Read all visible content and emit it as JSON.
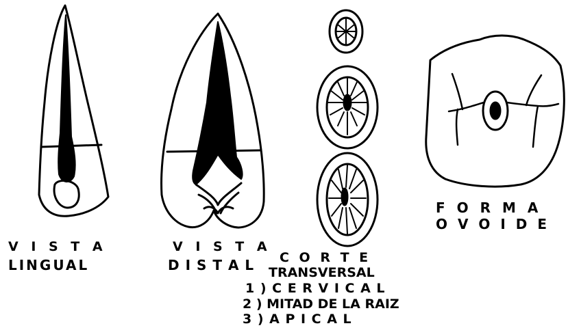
{
  "labels": {
    "vista_lingual": {
      "line1": "V I S T A",
      "line2": "LINGUAL"
    },
    "vista_distal": {
      "line1": "V I S T A",
      "line2": "D I S T A L"
    },
    "corte": {
      "line1": "C O R T E",
      "line2": "TRANSVERSAL",
      "item1": "1 ) C E R V I C A L",
      "item2": "2 ) MITAD DE LA RAIZ",
      "item3": "3 ) A P I C A L"
    },
    "forma": {
      "line1": "F O R M A",
      "line2": "O V O I D E"
    }
  },
  "colors": {
    "ink": "#000000",
    "paper": "#ffffff"
  }
}
